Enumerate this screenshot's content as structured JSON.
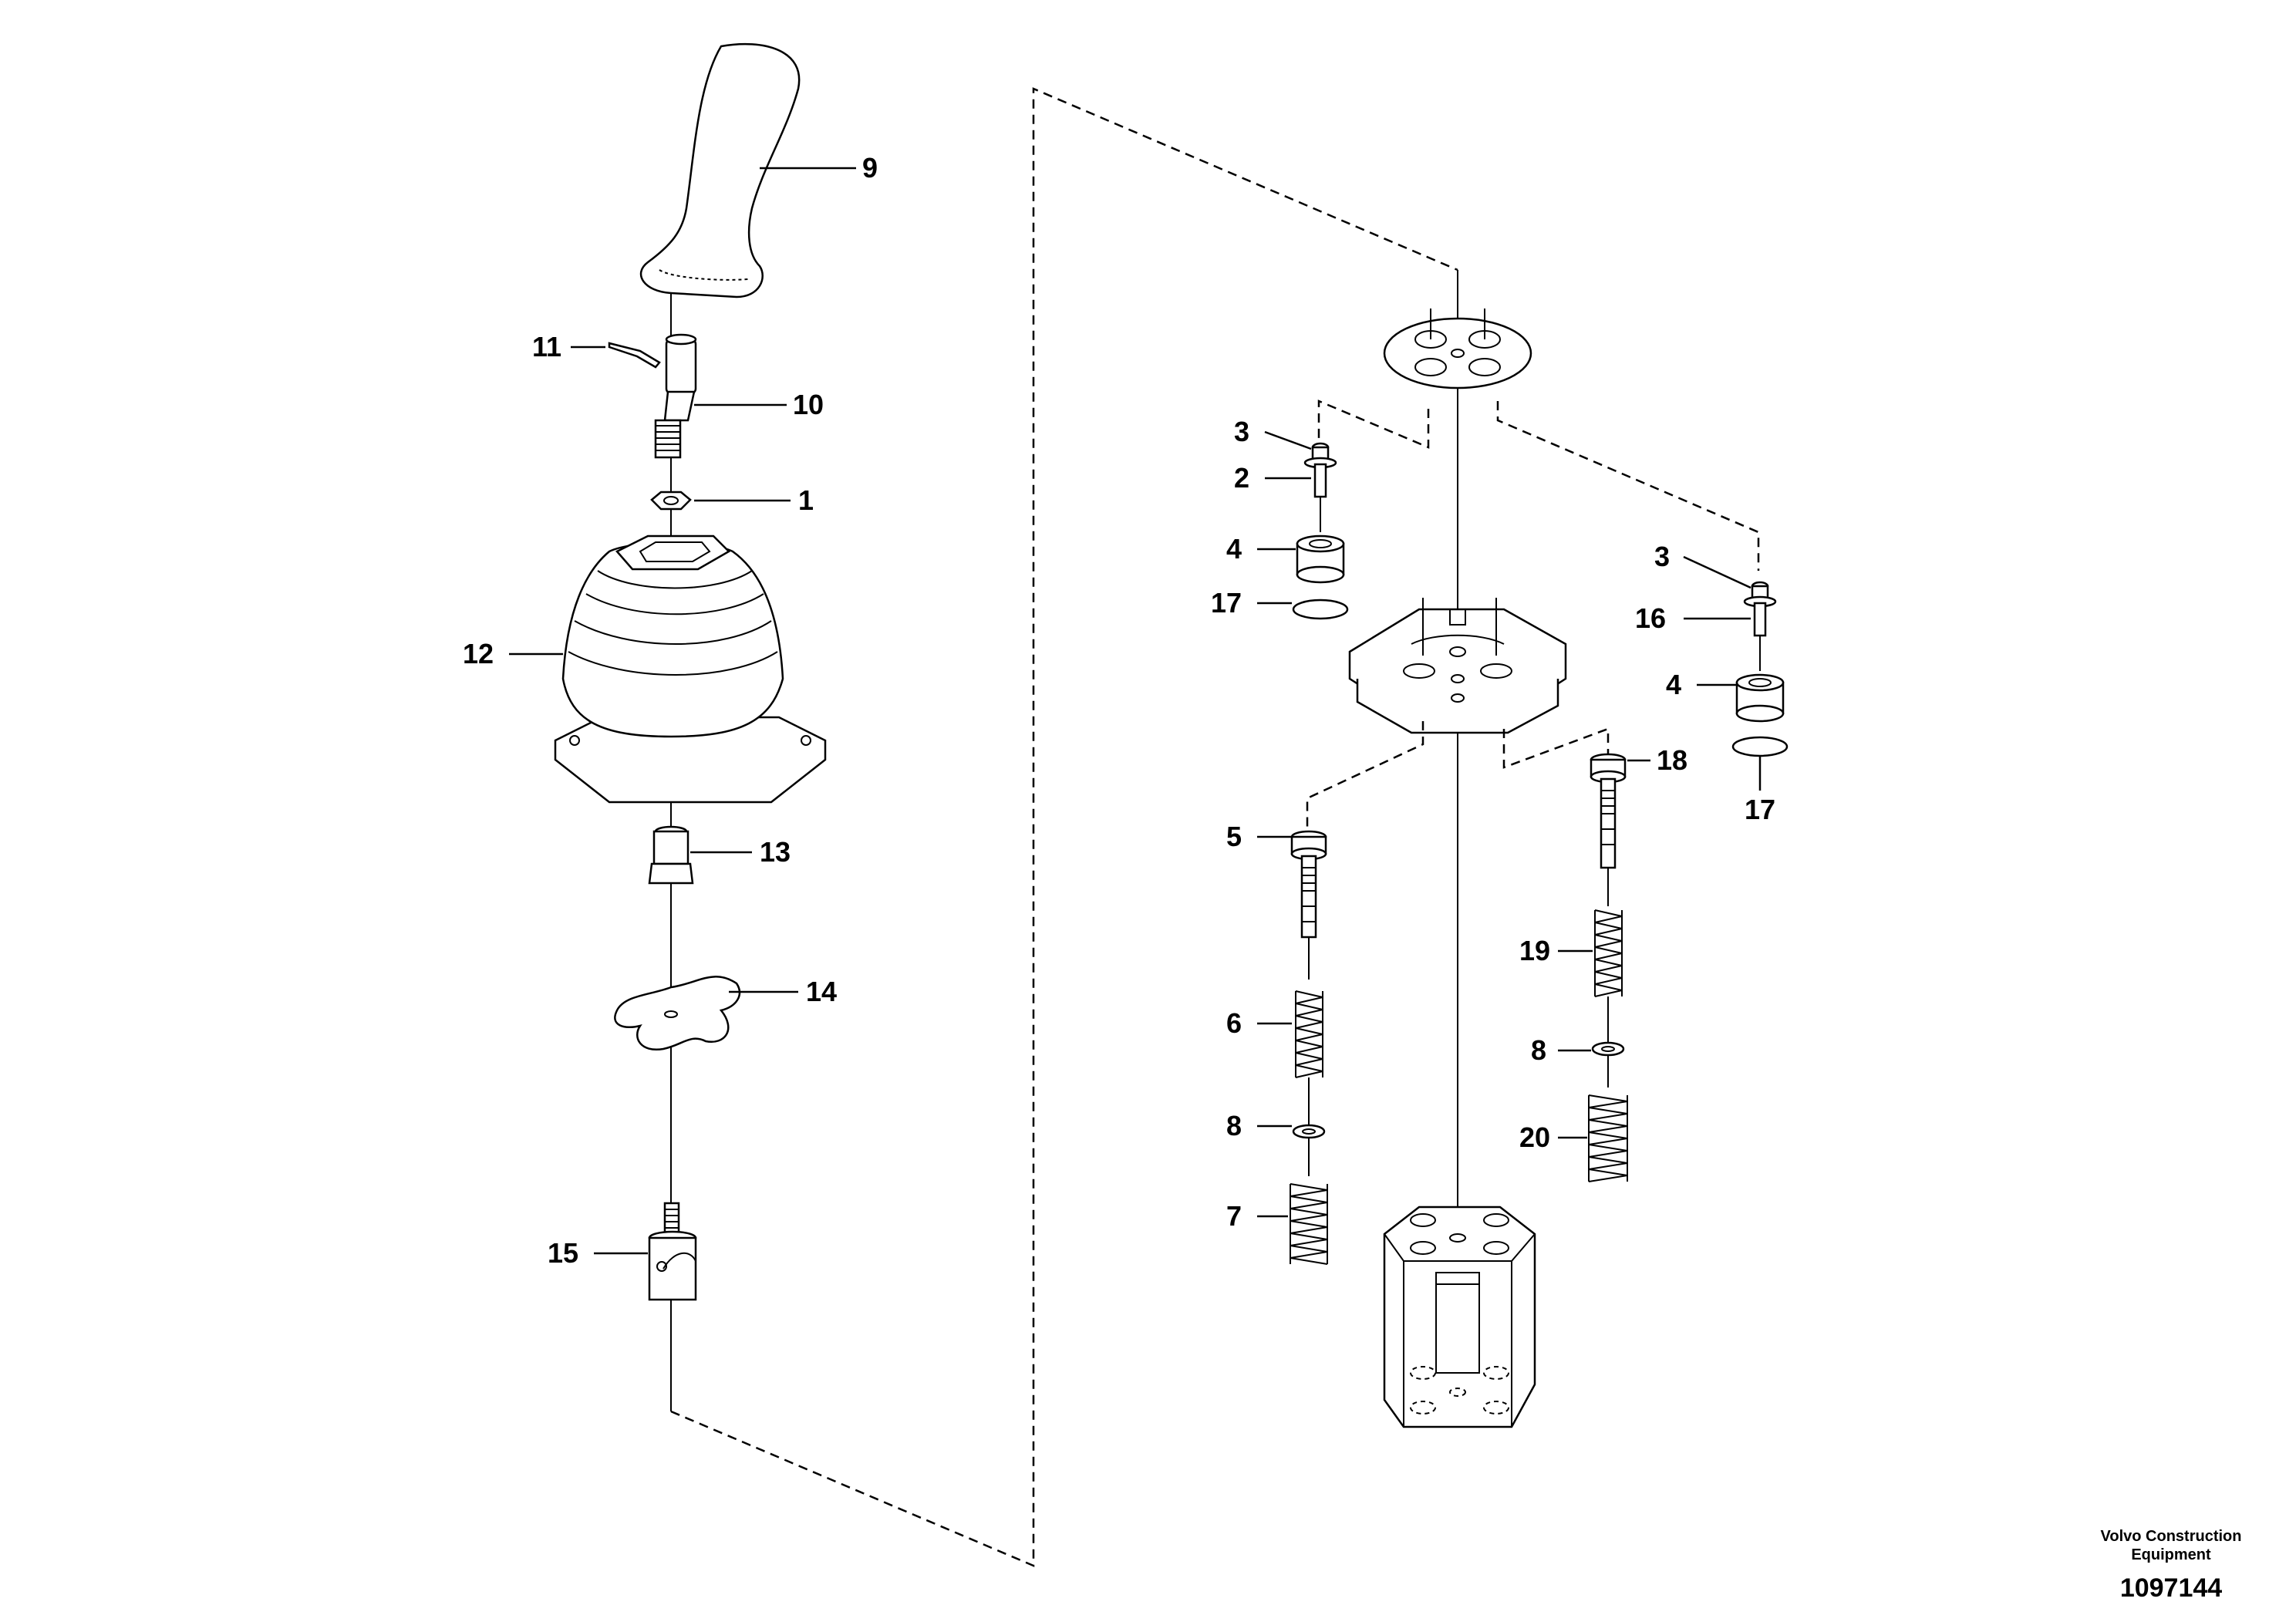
{
  "labels": {
    "l1": "1",
    "l2": "2",
    "l3a": "3",
    "l3b": "3",
    "l4a": "4",
    "l4b": "4",
    "l5": "5",
    "l6": "6",
    "l7": "7",
    "l8a": "8",
    "l8b": "8",
    "l9": "9",
    "l10": "10",
    "l11": "11",
    "l12": "12",
    "l13": "13",
    "l14": "14",
    "l15": "15",
    "l16": "16",
    "l17a": "17",
    "l17b": "17",
    "l18": "18",
    "l19": "19",
    "l20": "20"
  },
  "footer": {
    "brand_line1": "Volvo Construction",
    "brand_line2": "Equipment",
    "document_number": "1097144"
  }
}
